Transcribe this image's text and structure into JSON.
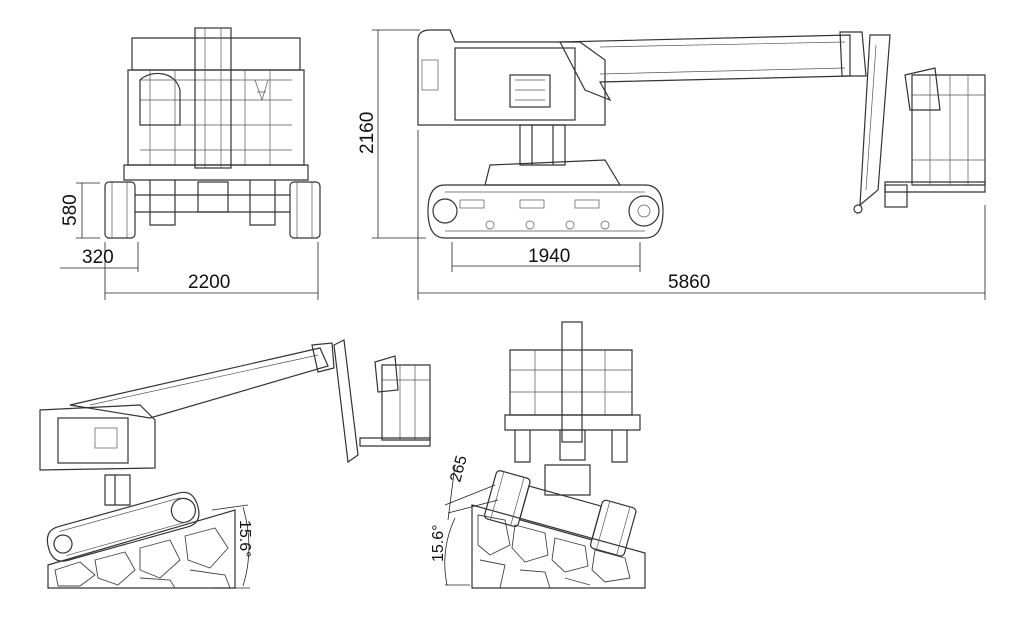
{
  "front_view": {
    "dim_track_height": "580",
    "dim_track_width": "320",
    "dim_overall_width": "2200"
  },
  "side_view": {
    "dim_stowed_height": "2160",
    "dim_track_length": "1940",
    "dim_overall_length": "5860"
  },
  "slope_side_view": {
    "dim_slope_angle": "15.6°"
  },
  "slope_rear_view": {
    "dim_offset": "265",
    "dim_slope_angle": "15.6°"
  }
}
